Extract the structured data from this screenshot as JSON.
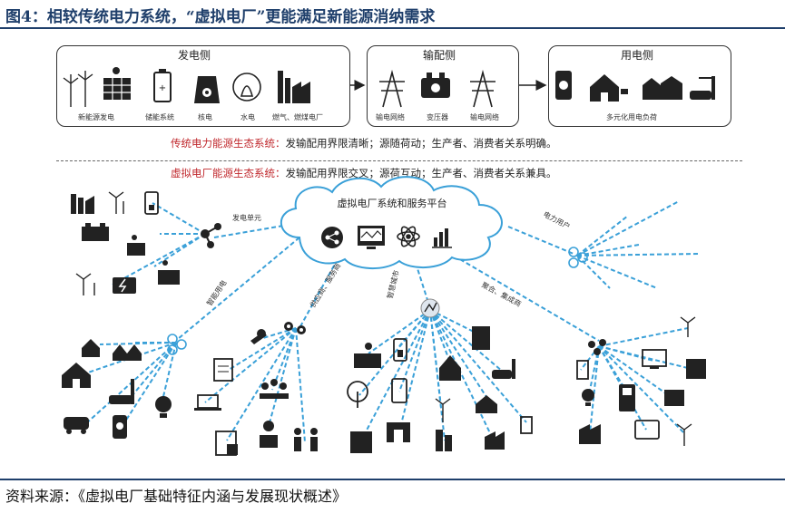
{
  "title": "图4：相较传统电力系统，“虚拟电厂”更能满足新能源消纳需求",
  "top_boxes": {
    "generation": {
      "title": "发电侧",
      "items": [
        "新能源发电",
        "储能系统",
        "核电",
        "水电",
        "燃气、燃煤电厂"
      ]
    },
    "transmission": {
      "title": "输配侧",
      "items": [
        "输电网络",
        "变压器",
        "输电网络"
      ]
    },
    "consumption": {
      "title": "用电侧",
      "items": [
        "多元化用电负荷"
      ]
    }
  },
  "traditional": {
    "label": "传统电力能源生态系统：",
    "text": "发输配用界限清晰；源随荷动；生产者、消费者关系明确。"
  },
  "virtual": {
    "label": "虚拟电厂能源生态系统：",
    "text": "发输配用界限交叉；源荷互动；生产者、消费者关系兼具。"
  },
  "platform": {
    "title": "虚拟电厂系统和服务平台"
  },
  "links": {
    "gen_unit": "发电单元",
    "power_user": "电力用户",
    "smart_power": "智能用电",
    "supplier": "供应商、服务商",
    "smart_city": "智慧城市",
    "aggregator": "聚合、集成商"
  },
  "source": "资料来源：《虚拟电厂基础特征内涵与发展现状概述》",
  "colors": {
    "title": "#1f3f6b",
    "accent_red": "#c0282d",
    "link_blue": "#3aa0d8",
    "icon_dark": "#2a2a2a"
  }
}
